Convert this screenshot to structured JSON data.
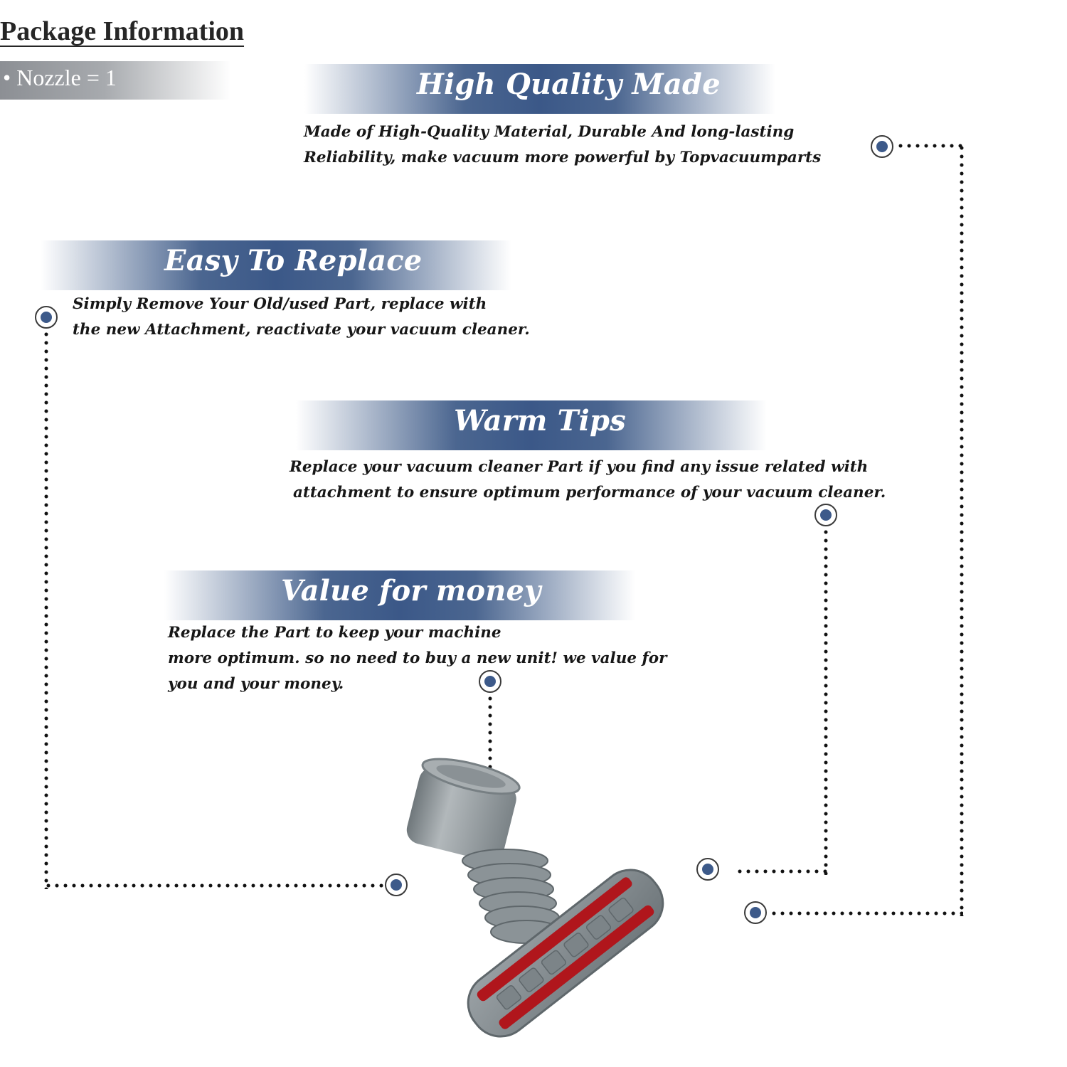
{
  "package": {
    "title": "Package Information",
    "item": "• Nozzle = 1"
  },
  "features": [
    {
      "heading": "High Quality Made",
      "lines": [
        "Made of  High-Quality Material, Durable And long-lasting",
        "Reliability, make vacuum more powerful by Topvacuumparts"
      ]
    },
    {
      "heading": "Easy To Replace",
      "lines": [
        "Simply Remove Your Old/used Part, replace with",
        "the new Attachment, reactivate your vacuum cleaner."
      ]
    },
    {
      "heading": "Warm Tips",
      "lines": [
        "Replace your vacuum cleaner Part if you find any issue related with",
        "attachment to ensure optimum performance of your vacuum cleaner."
      ]
    },
    {
      "heading": "Value for money",
      "lines": [
        "Replace the Part to keep your machine",
        "more optimum. so no need to buy a new unit! we value for",
        "you and your money."
      ]
    }
  ],
  "colors": {
    "banner_blue": "#3b5888",
    "marker_blue": "#3d5a8a",
    "nozzle_gray": "#8e969a",
    "brush_red": "#b0161c"
  },
  "product": {
    "icon": "vacuum-nozzle-icon"
  }
}
